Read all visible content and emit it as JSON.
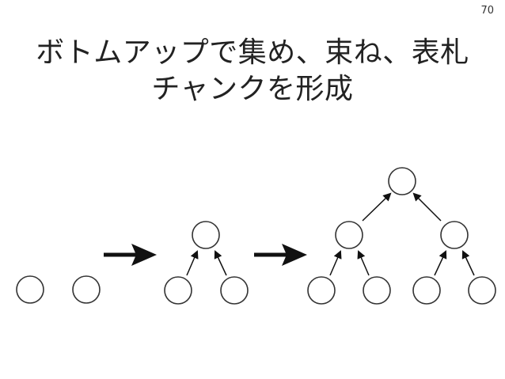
{
  "page_number": "70",
  "title": {
    "line1": "ボトムアップで集め、束ね、表札",
    "line2": "チャンクを形成"
  },
  "diagram": {
    "stages": [
      {
        "name": "separate-elements",
        "nodes": 2,
        "levels": 1
      },
      {
        "name": "grouped-chunk",
        "nodes": 3,
        "levels": 2
      },
      {
        "name": "hierarchical-chunk",
        "nodes": 7,
        "levels": 3
      }
    ],
    "colors": {
      "stroke": "#333333",
      "node_fill": "#ffffff",
      "arrow": "#111111"
    }
  }
}
